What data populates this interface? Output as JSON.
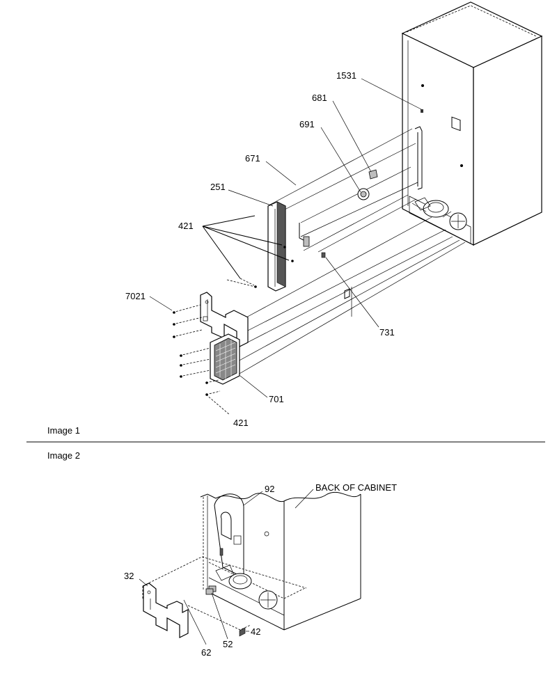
{
  "captions": {
    "image1": "Image 1",
    "image2": "Image 2"
  },
  "image1_labels": {
    "p1531": "1531",
    "p681": "681",
    "p691": "691",
    "p671": "671",
    "p251": "251",
    "p421_top": "421",
    "p7021": "7021",
    "p731": "731",
    "p701": "701",
    "p421_bottom": "421"
  },
  "image2_labels": {
    "p92": "92",
    "back_of_cabinet": "BACK OF CABINET",
    "p32": "32",
    "p42": "42",
    "p52": "52",
    "p62": "62"
  }
}
